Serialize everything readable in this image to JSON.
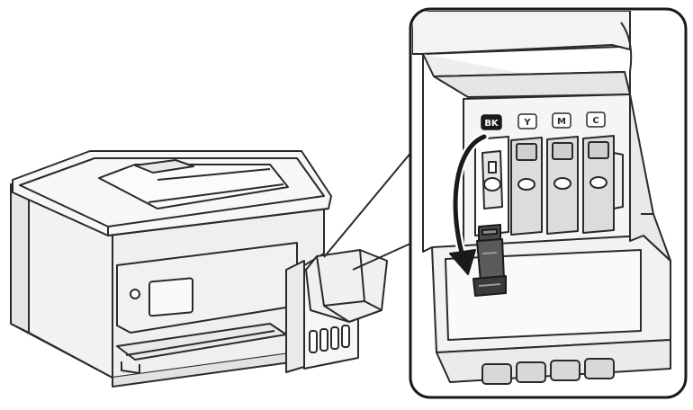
{
  "illustration": {
    "subject": "printer-ink-tank-refill",
    "colors": {
      "line": "#2a2a2a",
      "light_fill": "#f0f0f0",
      "mid_fill": "#dcdcdc",
      "dark_fill": "#5a5a5a",
      "label_black_bg": "#1a1a1a",
      "label_text_dark": "#ffffff",
      "label_text_light": "#2a2a2a"
    },
    "tank_labels": [
      {
        "id": "bk",
        "text": "BK",
        "style": "dark"
      },
      {
        "id": "y",
        "text": "Y",
        "style": "light"
      },
      {
        "id": "m",
        "text": "M",
        "style": "light"
      },
      {
        "id": "c",
        "text": "C",
        "style": "light"
      }
    ],
    "icons": {
      "arrow": "curved-down-arrow-icon",
      "cap": "ink-tank-cap-icon"
    }
  }
}
